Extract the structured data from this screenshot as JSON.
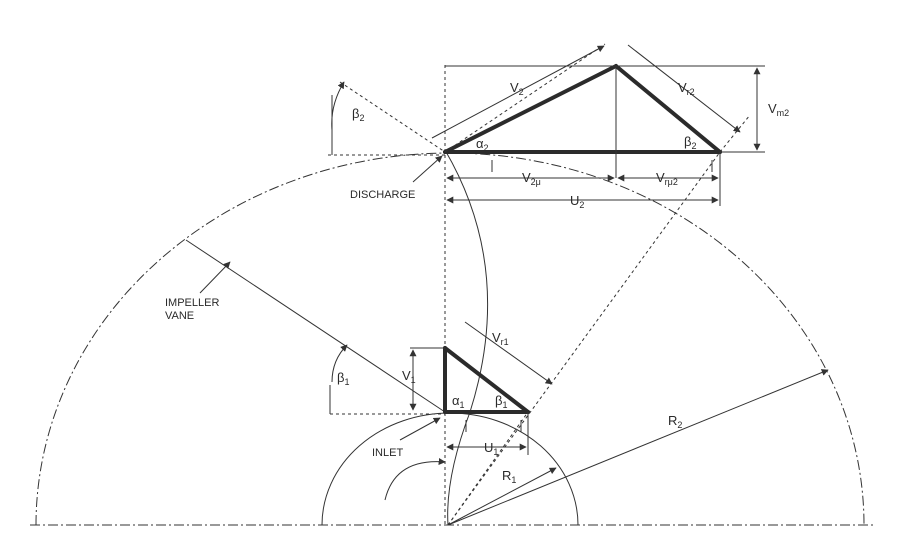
{
  "labels": {
    "discharge": "DISCHARGE",
    "impeller_vane_1": "IMPELLER",
    "impeller_vane_2": "VANE",
    "inlet": "INLET",
    "v2": "V",
    "v2_sub": "2",
    "vr2": "V",
    "vr2_sub": "r2",
    "vm2": "V",
    "vm2_sub": "m2",
    "beta2_left": "β",
    "beta2_left_sub": "2",
    "alpha2": "α",
    "alpha2_sub": "2",
    "beta2_right": "β",
    "beta2_right_sub": "2",
    "v2u": "V",
    "v2u_sub": "2μ",
    "vru2": "V",
    "vru2_sub": "rμ2",
    "u2": "U",
    "u2_sub": "2",
    "vr1": "V",
    "vr1_sub": "r1",
    "v1": "V",
    "v1_sub": "1",
    "beta1_left": "β",
    "beta1_left_sub": "1",
    "alpha1": "α",
    "alpha1_sub": "1",
    "beta1_right": "β",
    "beta1_right_sub": "1",
    "u1": "U",
    "u1_sub": "1",
    "r1": "R",
    "r1_sub": "1",
    "r2": "R",
    "r2_sub": "2"
  }
}
